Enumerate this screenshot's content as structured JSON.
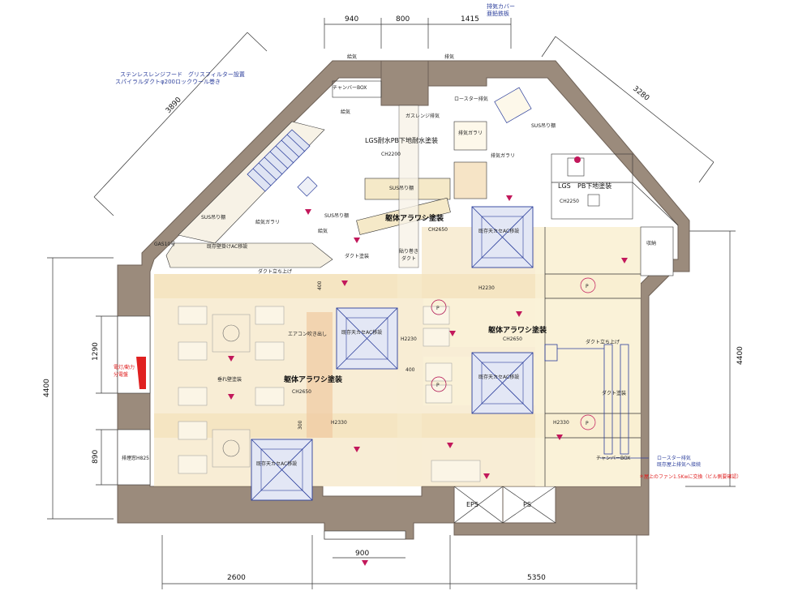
{
  "dimensions": {
    "top": [
      "940",
      "800",
      "1415"
    ],
    "bottom": [
      "2600",
      "5350"
    ],
    "left": [
      "4400",
      "1290",
      "890"
    ],
    "right": "4400",
    "diag_left": "3890",
    "diag_right": "3280",
    "door": "900",
    "h400a": "400",
    "h400b": "400",
    "h300": "300"
  },
  "annotations": {
    "hood_line1": "ステンレスレンジフード　グリスフィルター設置",
    "hood_line2": "スパイラルダクトφ200ロックウール巻き",
    "exhaust_cover_1": "排気カバー",
    "exhaust_cover_2": "亜鉛鉄板",
    "roaster_1": "ロースター排気",
    "roaster_2": "既存屋上排気へ接続",
    "fan_note": "＊屋上のファン1.5Kwに交換（ビル側要確認）",
    "breaker_1": "電灯/動力",
    "breaker_2": "分電盤"
  },
  "labels": {
    "supply_1": "給気",
    "supply_2": "給気",
    "exhaust_1": "排気",
    "chamber_top": "チャンバーBOX",
    "roaster_exh": "ロースター排気",
    "gas_range_exh": "ガスレンジ排気",
    "exh_gallery_1": "排気ガラリ",
    "exh_gallery_2": "排気ガラリ",
    "supply_gallery": "給気ガラリ",
    "supply_head": "給気",
    "sus_1": "SUS吊り棚",
    "sus_2": "SUS吊り棚",
    "sus_3": "SUS吊り棚",
    "sus_4": "SUS吊り棚",
    "lgs_wp": "LGS耐水PB下地耐水塗装",
    "lgs_pb_a": "LGS",
    "lgs_pb_b": "PB下地塗装",
    "ch2200": "CH2200",
    "ch2250": "CH2250",
    "ch2650_a": "CH2650",
    "ch2650_b": "CH2650",
    "ch2650_c": "CH2650",
    "arawashi_1": "躯体アラワシ塗装",
    "arawashi_2": "躯体アラワシ塗装",
    "arawashi_3": "躯体アラワシ塗装",
    "gas10": "GAS10号",
    "wall_ac": "既存壁掛けAC移設",
    "duct_paint_1": "ダクト塗装",
    "duct_paint_2": "ダクト塗装",
    "duct_up_1": "ダクト立ち上げ",
    "duct_up_2": "ダクト立ち上げ",
    "hanging_rack_1": "貼り巻き",
    "hanging_rack_2": "ダクト",
    "storage": "収納",
    "ceiling_ac_1": "既存天カセAC移設",
    "ceiling_ac_2": "既存天カセAC移設",
    "ceiling_ac_3": "既存天カセAC移設",
    "ceiling_ac_4": "既存天カセAC移設",
    "ac_outlet": "エアコン吹き出し",
    "hanging_wall": "垂れ壁塗装",
    "h2230_a": "H2230",
    "h2230_b": "H2230",
    "h2330_a": "H2330",
    "h2330_b": "H2330",
    "window": "排煙窓H825",
    "chamber_bottom": "チャンバーBOX",
    "eps": "EPS",
    "ps": "PS",
    "p": "P"
  },
  "colors": {
    "wall": "#9b8b7c",
    "band": "#f6e7c6",
    "blue": "#2c3f9c",
    "red": "#e02020",
    "pink": "#c2185b"
  }
}
